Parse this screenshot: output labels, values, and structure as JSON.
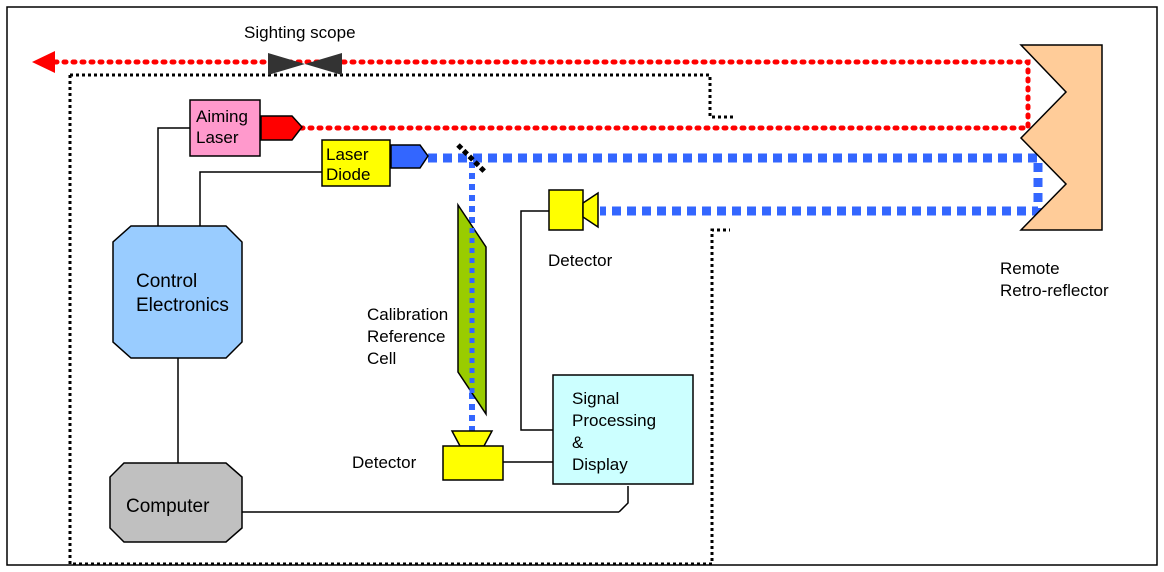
{
  "labels": {
    "sighting_scope": "Sighting scope",
    "aiming_laser": [
      "Aiming",
      "Laser"
    ],
    "laser_diode": [
      "Laser",
      "Diode"
    ],
    "control_electronics": [
      "Control",
      "Electronics"
    ],
    "computer": "Computer",
    "calibration_cell": [
      "Calibration",
      "Reference",
      "Cell"
    ],
    "detector_top": "Detector",
    "detector_bottom": "Detector",
    "signal_processing": [
      "Signal",
      "Processing",
      "&",
      "Display"
    ],
    "remote_reflector": [
      "Remote",
      "Retro-reflector"
    ]
  },
  "colors": {
    "aiming_beam": "#ff0000",
    "measurement_beam": "#3366ff",
    "aiming_laser_fill": "#ff99cc",
    "laser_emitter": "#ff0000",
    "laser_diode_fill": "#ffff00",
    "diode_emitter": "#3366ff",
    "control_fill": "#99ccff",
    "computer_fill": "#c0c0c0",
    "calibration_fill": "#99cc00",
    "detector_fill": "#ffff00",
    "signal_fill": "#ccffff",
    "reflector_fill": "#ffcc99",
    "scope_fill": "#333333"
  }
}
